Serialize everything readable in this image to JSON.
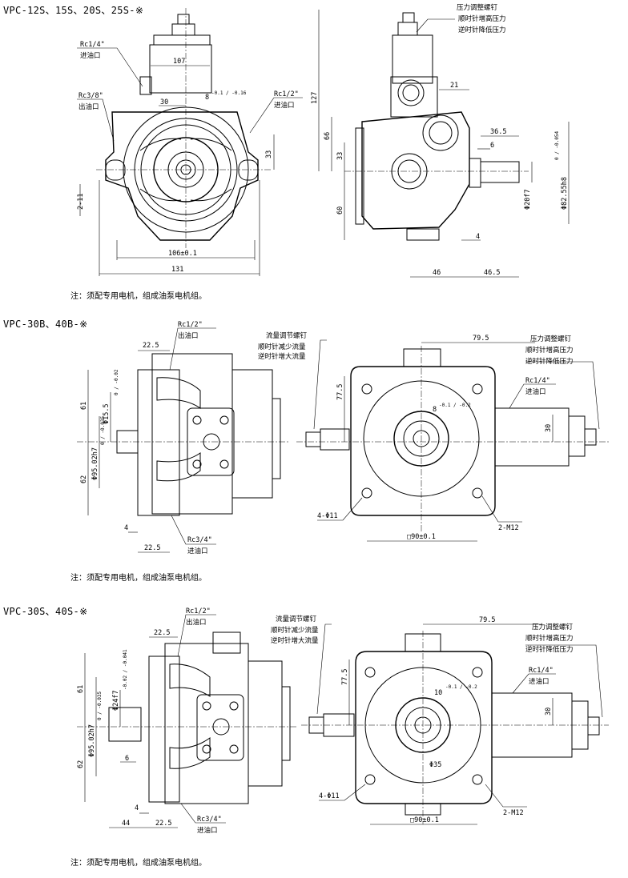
{
  "sections": [
    {
      "title": "VPC-12S、15S、20S、25S-※",
      "note": "注：须配专用电机，组成油泵电机组。",
      "labels": {
        "port_1": "Rc1/4\"",
        "port_1_desc": "进油口",
        "port_2": "Rc3/8\"",
        "port_2_desc": "出油口",
        "port_3": "Rc1/2\"",
        "port_3_desc": "进油口",
        "d_107": "107",
        "d_30": "30",
        "d_8": "8",
        "d_8_tol": "-0.1 / -0.16",
        "d_33": "33",
        "d_2_11": "2-11",
        "d_106": "106±0.1",
        "d_131": "131",
        "pressure_title": "压力调整螺钉",
        "pressure_line1": "顺时针增高压力",
        "pressure_line2": "逆时针降低压力",
        "d_127": "127",
        "d_66": "66",
        "d_33b": "33",
        "d_60": "60",
        "d_21": "21",
        "d_36_5": "36.5",
        "d_6": "6",
        "d_4": "4",
        "d_46": "46",
        "d_46_5": "46.5",
        "d_phi20": "Φ20f7",
        "d_phi82": "Φ82.55h8",
        "d_phi82_tol": "0 / -0.054"
      }
    },
    {
      "title": "VPC-30B、40B-※",
      "note": "注：须配专用电机，组成油泵电机组。",
      "labels": {
        "port_1": "Rc1/2\"",
        "port_1_desc": "出油口",
        "d_22_5": "22.5",
        "d_61": "61",
        "d_62": "62",
        "d_phi15": "Φ15.5",
        "d_phi15_tol": "0 / -0.02",
        "d_phi95": "Φ95.02h7",
        "d_phi95_tol": "0 / -0.035",
        "d_4": "4",
        "d_22_5b": "22.5",
        "port_2": "Rc3/4\"",
        "port_2_desc": "进油口",
        "flow_title": "流量调节螺钉",
        "flow_line1": "顺时针减少流量",
        "flow_line2": "逆时针增大流量",
        "d_79_5": "79.5",
        "pressure_title": "压力调整螺钉",
        "pressure_line1": "顺时针增高压力",
        "pressure_line2": "逆时针降低压力",
        "port_3": "Rc1/4\"",
        "port_3_desc": "进油口",
        "d_77_5": "77.5",
        "d_8": "8",
        "d_8_tol": "-0.1 / -0.2",
        "d_30": "30",
        "d_4phi11": "4-Φ11",
        "d_2m12": "2-M12",
        "d_90": "□90±0.1"
      }
    },
    {
      "title": "VPC-30S、40S-※",
      "note": "注：须配专用电机，组成油泵电机组。",
      "labels": {
        "port_1": "Rc1/2\"",
        "port_1_desc": "出油口",
        "d_22_5": "22.5",
        "d_61": "61",
        "d_62": "62",
        "d_phi24": "Φ24f7",
        "d_phi24_tol": "-0.02 / -0.041",
        "d_phi95": "Φ95.02h7",
        "d_phi95_tol": "0 / -0.035",
        "d_6": "6",
        "d_4": "4",
        "d_44": "44",
        "d_22_5b": "22.5",
        "port_2": "Rc3/4\"",
        "port_2_desc": "进油口",
        "flow_title": "流量调节螺钉",
        "flow_line1": "顺时针减少流量",
        "flow_line2": "逆时针增大流量",
        "d_79_5": "79.5",
        "pressure_title": "压力调整螺钉",
        "pressure_line1": "顺时针增高压力",
        "pressure_line2": "逆时针降低压力",
        "port_3": "Rc1/4\"",
        "port_3_desc": "进油口",
        "d_77_5": "77.5",
        "d_10": "10",
        "d_10_tol": "-0.1 / -0.2",
        "d_30": "30",
        "d_phi35": "Φ35",
        "d_4phi11": "4-Φ11",
        "d_2m12": "2-M12",
        "d_90": "□90±0.1"
      }
    }
  ]
}
